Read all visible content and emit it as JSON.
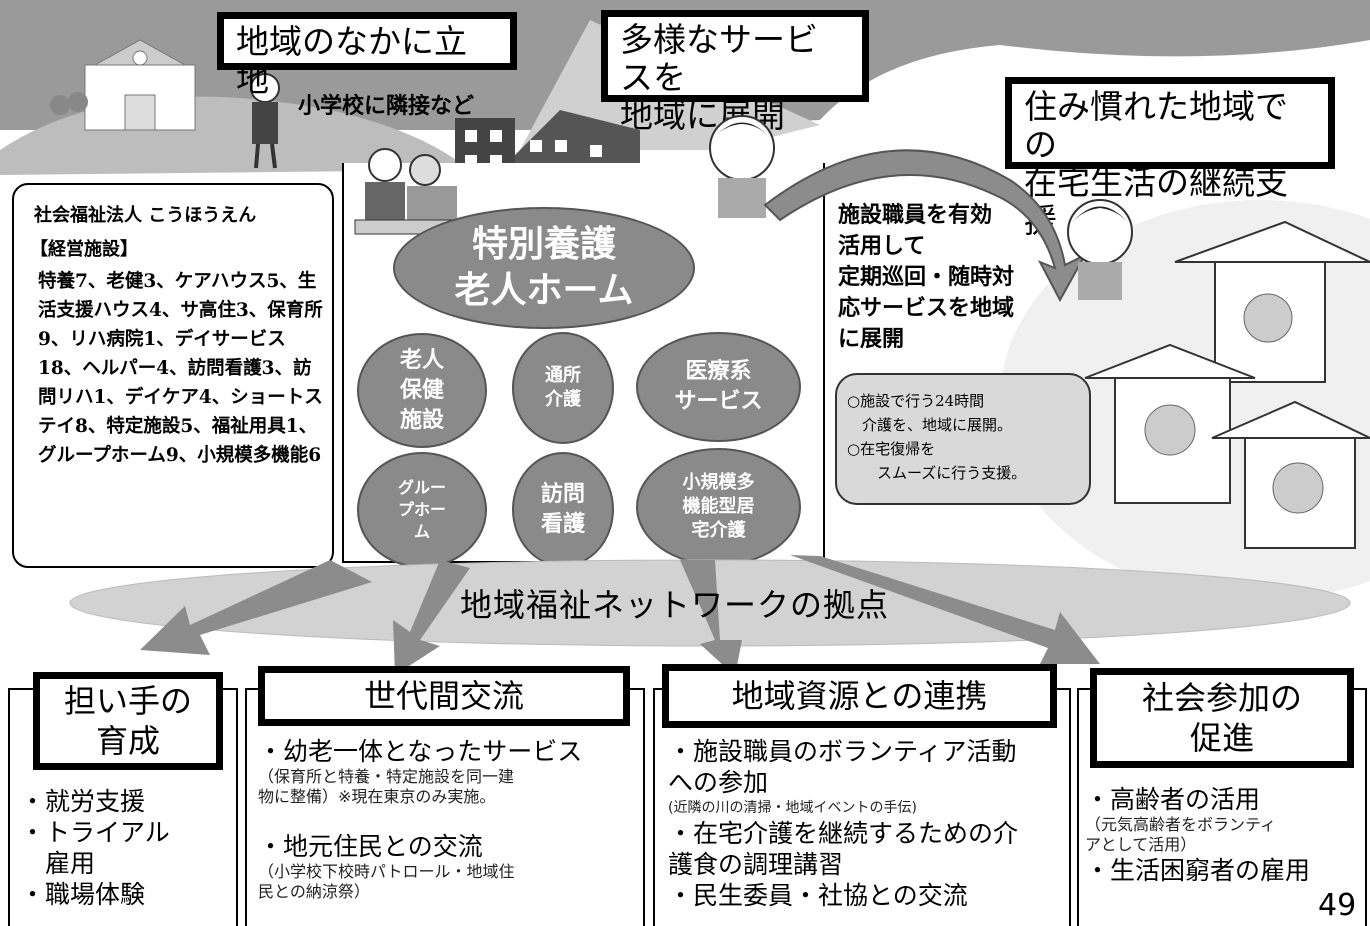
{
  "callouts": {
    "location": "地域のなかに立地",
    "services": [
      "多様なサービスを",
      "地域に展開"
    ],
    "support": [
      "住み慣れた地域での",
      "在宅生活の継続支援"
    ]
  },
  "school_caption": "小学校に隣接など",
  "corporation": {
    "name": "社会福祉法人 こうほうえん",
    "heading": "【経営施設】",
    "facilities": "特養7、老健3、ケアハウス5、生活支援ハウス4、サ高住3、保育所9、リハ病院1、デイサービス18、ヘルパー4、訪問看護3、訪問リハ1、デイケア4、ショートステイ8、特定施設5、福祉用具1、グループホーム9、小規模多機能6"
  },
  "main_oval": "特別養護\n老人ホーム",
  "service_ovals": [
    "老人\n保健\n施設",
    "通所\n介護",
    "医療系\nサービス",
    "グルー\nプホー\nム",
    "訪問\n看護",
    "小規模多\n機能型居\n宅介護"
  ],
  "staff_text": "施設職員を有効\n活用して\n定期巡回・随時対\n応サービスを地域\nに展開",
  "speech_bubble": [
    "○施設で行う24時間",
    "　介護を、地域に展開。",
    "○在宅復帰を",
    "　　スムーズに行う支援。"
  ],
  "network_label": "地域福祉ネットワークの拠点",
  "bottom_sections": [
    {
      "title": "担い手の\n育成",
      "items": [
        "・就労支援",
        "・トライアル\n　雇用",
        "・職場体験"
      ]
    },
    {
      "title": "世代間交流",
      "items": [
        "・幼老一体となったサービス",
        "（保育所と特養・特定施設を同一建\n物に整備）※現在東京のみ実施。",
        "・地元住民との交流",
        "（小学校下校時パトロール・地域住\n民との納涼祭）"
      ]
    },
    {
      "title": "地域資源との連携",
      "items": [
        "・施設職員のボランティア活動\nへの参加",
        "(近隣の川の清掃・地域イベントの手伝)",
        "・在宅介護を継続するための介\n護食の調理講習",
        "・民生委員・社協との交流"
      ]
    },
    {
      "title": "社会参加の\n促進",
      "items": [
        "・高齢者の活用",
        "（元気高齢者をボランティ\nアとして活用）",
        "・生活困窮者の雇用"
      ]
    }
  ],
  "page_number": "49",
  "colors": {
    "sky": "#9a9a9a",
    "hill": "#b5b5b5",
    "oval": "#8a8a8a",
    "arrow": "#8c8c8c"
  },
  "icons": [
    "school-illustration",
    "child-illustration",
    "building-illustration",
    "caregiver-illustration",
    "house-icon",
    "elderly-face-icon",
    "person-icon"
  ]
}
